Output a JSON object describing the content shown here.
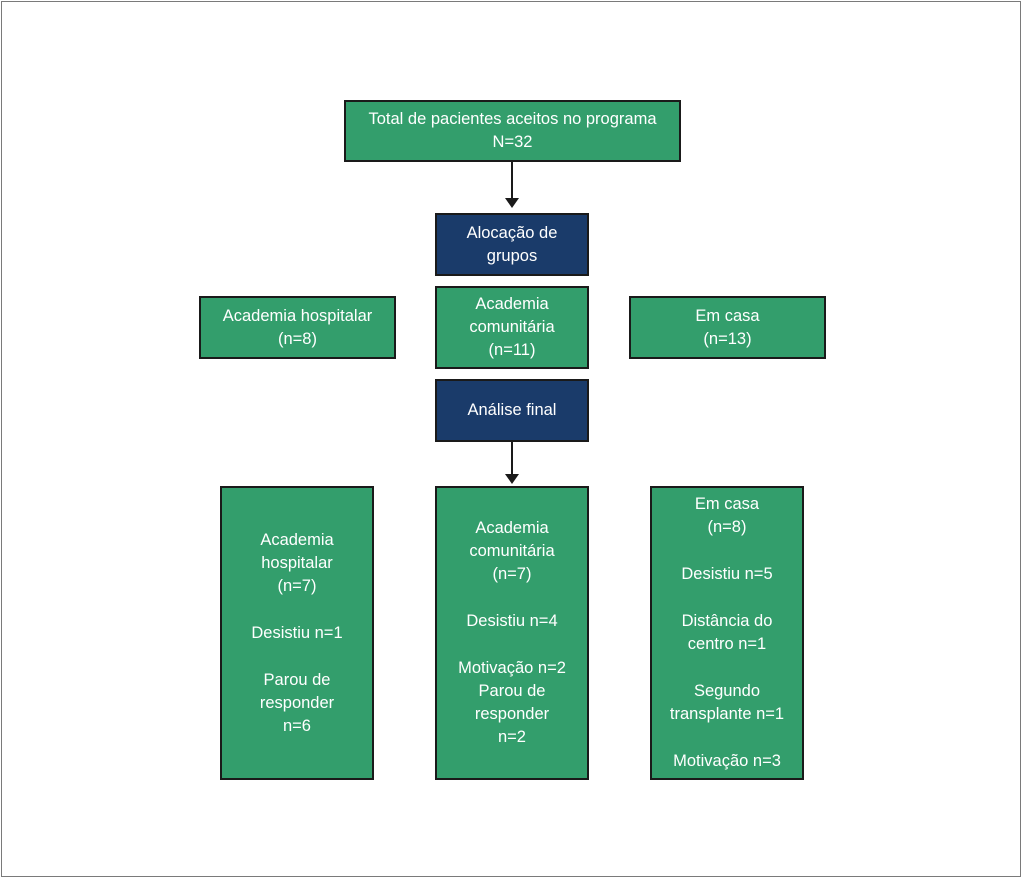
{
  "colors": {
    "box_green": "#339e6c",
    "box_navy": "#1a3b6a",
    "border": "#1a1a1a"
  },
  "total": {
    "line1": "Total de pacientes aceitos no programa",
    "line2": "N=32"
  },
  "allocation": {
    "line1": "Alocação de",
    "line2": "grupos"
  },
  "groups": {
    "hospital": {
      "line1": "Academia hospitalar",
      "line2": "(n=8)"
    },
    "community": {
      "line1": "Academia",
      "line2": "comunitária",
      "line3": "(n=11)"
    },
    "home": {
      "line1": "Em casa",
      "line2": "(n=13)"
    }
  },
  "final_analysis": {
    "label": "Análise final"
  },
  "final": {
    "hospital": {
      "line1": "Academia",
      "line2": "hospitalar",
      "line3": "(n=7)",
      "dropout": "Desistiu n=1",
      "reason1_line1": "Parou de",
      "reason1_line2": "responder",
      "reason1_line3": "n=6"
    },
    "community": {
      "line1": "Academia",
      "line2": "comunitária",
      "line3": "(n=7)",
      "dropout": "Desistiu n=4",
      "reason1": "Motivação n=2",
      "reason2_line1": "Parou de",
      "reason2_line2": "responder",
      "reason2_line3": "n=2"
    },
    "home": {
      "line1": "Em casa",
      "line2": "(n=8)",
      "dropout": "Desistiu n=5",
      "reason1_line1": "Distância do",
      "reason1_line2": "centro n=1",
      "reason2_line1": "Segundo",
      "reason2_line2": "transplante n=1",
      "reason3": "Motivação n=3"
    }
  }
}
